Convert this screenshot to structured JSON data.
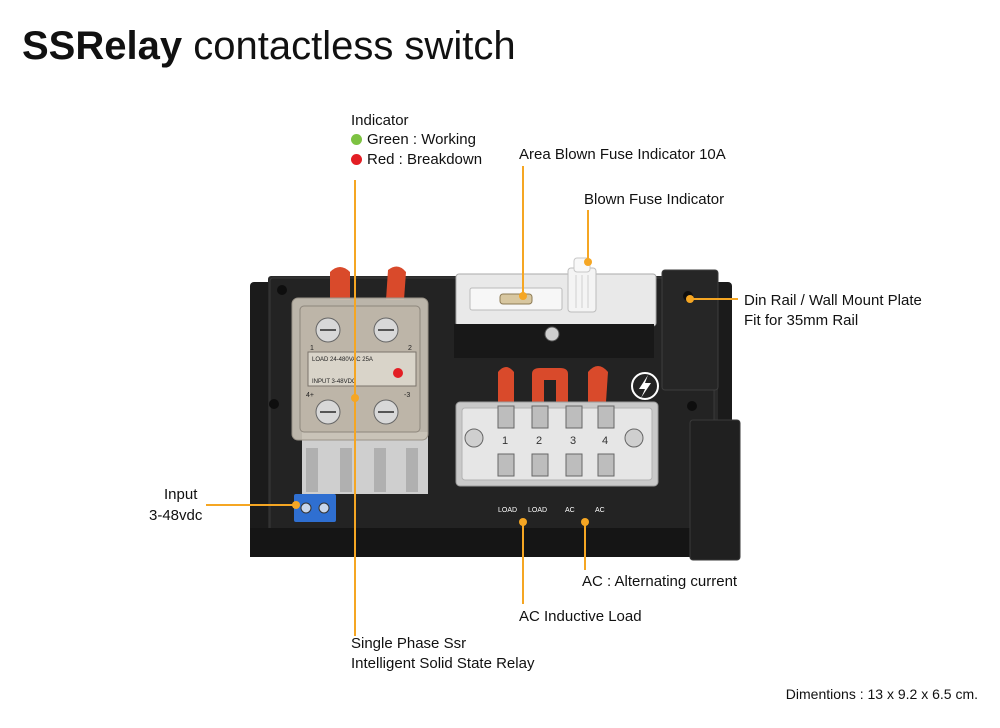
{
  "title": {
    "bold": "SSRelay",
    "rest": " contactless switch"
  },
  "callouts": {
    "indicator": {
      "heading": "Indicator",
      "green": "Green : Working",
      "red": "Red : Breakdown"
    },
    "area_fuse": "Area Blown Fuse Indicator 10A",
    "blown_fuse": "Blown Fuse Indicator",
    "din_rail_1": "Din Rail / Wall Mount Plate",
    "din_rail_2": "Fit for 35mm Rail",
    "input_1": "Input",
    "input_2": "3-48vdc",
    "ac": "AC : Alternating current",
    "inductive": "AC Inductive Load",
    "ssr_1": "Single Phase Ssr",
    "ssr_2": "Intelligent Solid State Relay"
  },
  "device": {
    "terminal_labels": [
      "LOAD",
      "LOAD",
      "AC",
      "AC"
    ],
    "terminal_numbers": [
      "1",
      "2",
      "3",
      "4"
    ],
    "ssr_face": {
      "pin1": "1",
      "pin2": "2",
      "pin4": "4+",
      "pin3": "-3",
      "load_text": "LOAD 24-480VAC   25A",
      "input_text": "INPUT 3-48VDC"
    }
  },
  "footer": "Dimentions : 13 x 9.2 x 6.5 cm.",
  "colors": {
    "callout_line": "#f5a623",
    "green": "#7dc242",
    "red": "#e31e24",
    "plate": "#1e1e1e",
    "wire_red": "#d94a2b",
    "input_block": "#2f6fd1"
  }
}
